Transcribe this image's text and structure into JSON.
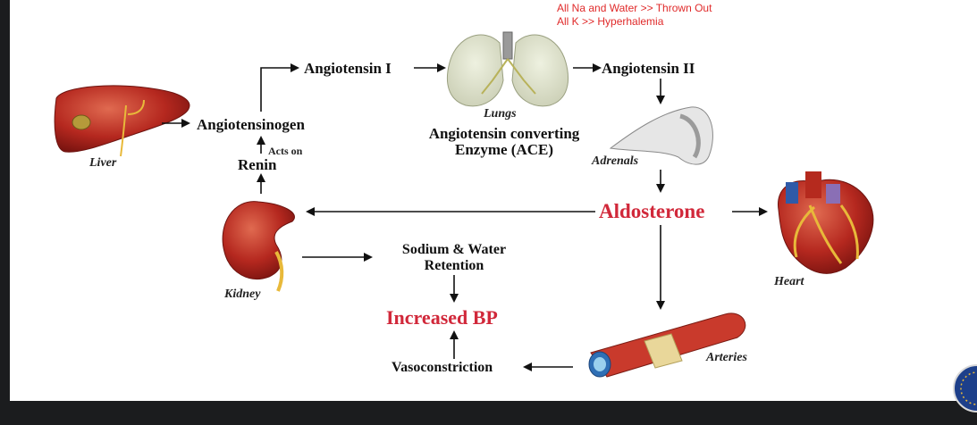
{
  "notes": {
    "line1": "All Na and Water >> Thrown Out",
    "line2": "All K >> Hyperhalemia"
  },
  "nodes": {
    "liver": "Liver",
    "angiotensinogen": "Angiotensinogen",
    "acts_on": "Acts on",
    "renin": "Renin",
    "angiotensin_1": "Angiotensin I",
    "lungs": "Lungs",
    "ace_line1": "Angiotensin converting",
    "ace_line2": "Enzyme (ACE)",
    "angiotensin_2": "Angiotensin II",
    "adrenals": "Adrenals",
    "aldosterone": "Aldosterone",
    "heart": "Heart",
    "kidney": "Kidney",
    "sodium_line1": "Sodium & Water",
    "sodium_line2": "Retention",
    "increased_bp": "Increased BP",
    "vasoconstriction": "Vasoconstriction",
    "arteries": "Arteries"
  },
  "colors": {
    "accent_red": "#d1283a",
    "note_red": "#e02a2a",
    "organ_red": "#b5281f",
    "fat_yellow": "#e8b93a"
  }
}
